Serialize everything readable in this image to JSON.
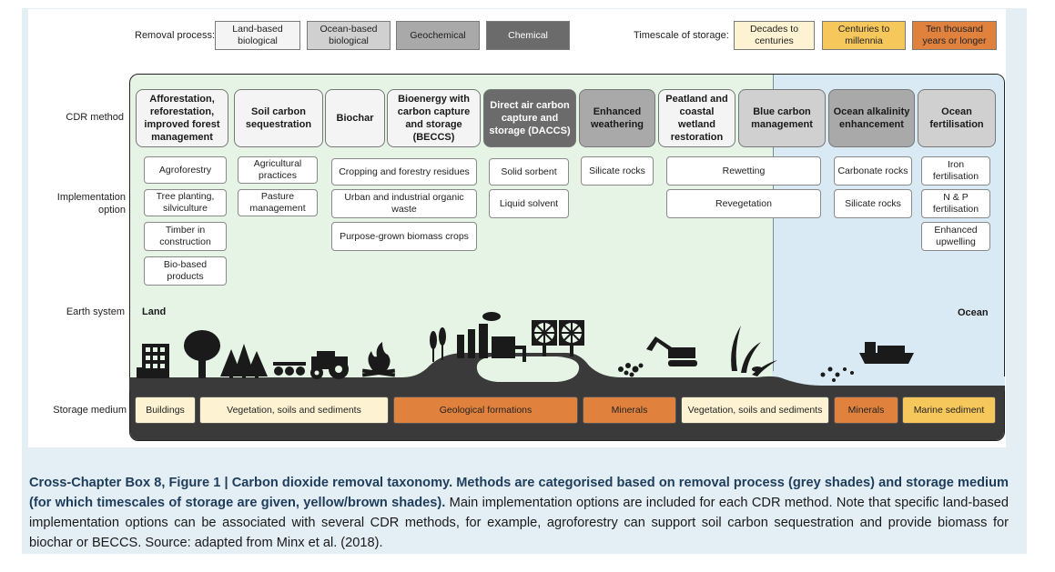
{
  "legend": {
    "removal_process_label": "Removal process:",
    "removal_process": [
      {
        "label": "Land-based biological",
        "color": "#f4f4f4"
      },
      {
        "label": "Ocean-based biological",
        "color": "#d0d0d0"
      },
      {
        "label": "Geochemical",
        "color": "#a9a9a9"
      },
      {
        "label": "Chemical",
        "color": "#6b6b6b"
      }
    ],
    "timescale_label": "Timescale of storage:",
    "timescale": [
      {
        "label": "Decades to centuries",
        "color": "#fdf3d2"
      },
      {
        "label": "Centuries to millennia",
        "color": "#f6c75a"
      },
      {
        "label": "Ten thousand years or longer",
        "color": "#e0823e"
      }
    ]
  },
  "rows": {
    "cdr_method": "CDR method",
    "implementation_option": "Implementation option",
    "earth_system": "Earth system",
    "storage_medium": "Storage medium"
  },
  "methods": [
    {
      "label": "Afforestation, reforestation, improved forest management",
      "type": "land"
    },
    {
      "label": "Soil carbon sequestration",
      "type": "land"
    },
    {
      "label": "Biochar",
      "type": "land"
    },
    {
      "label": "Bioenergy with carbon capture and storage (BECCS)",
      "type": "land"
    },
    {
      "label": "Direct air carbon capture and storage (DACCS)",
      "type": "chem"
    },
    {
      "label": "Enhanced weathering",
      "type": "geo"
    },
    {
      "label": "Peatland and coastal wetland restoration",
      "type": "land"
    },
    {
      "label": "Blue carbon management",
      "type": "ocean"
    },
    {
      "label": "Ocean alkalinity enhancement",
      "type": "geo"
    },
    {
      "label": "Ocean fertilisation",
      "type": "ocean"
    }
  ],
  "options": {
    "afforestation": [
      "Agroforestry",
      "Tree planting, silviculture",
      "Timber in construction",
      "Bio-based products"
    ],
    "soil": [
      "Agricultural practices",
      "Pasture management"
    ],
    "biochar_beccs": [
      "Cropping and forestry residues",
      "Urban and industrial organic waste",
      "Purpose-grown biomass crops"
    ],
    "daccs": [
      "Solid sorbent",
      "Liquid solvent"
    ],
    "weathering": [
      "Silicate rocks"
    ],
    "peatland_blue": [
      "Rewetting",
      "Revegetation"
    ],
    "alkalinity": [
      "Carbonate rocks",
      "Silicate rocks"
    ],
    "fertilisation": [
      "Iron fertilisation",
      "N & P fertilisation",
      "Enhanced upwelling"
    ]
  },
  "earth": {
    "land": "Land",
    "ocean": "Ocean",
    "land_bg": "#e6f4e6",
    "ocean_bg": "#daeaf4",
    "ground": "#3a3a3a"
  },
  "storage": [
    {
      "label": "Buildings",
      "timescale": "decades"
    },
    {
      "label": "Vegetation, soils and sediments",
      "timescale": "decades"
    },
    {
      "label": "Geological formations",
      "timescale": "tenk"
    },
    {
      "label": "Minerals",
      "timescale": "tenk"
    },
    {
      "label": "Vegetation, soils and sediments",
      "timescale": "decades"
    },
    {
      "label": "Minerals",
      "timescale": "tenk"
    },
    {
      "label": "Marine sediment",
      "timescale": "centuries"
    }
  ],
  "caption": {
    "bold": "Cross-Chapter Box 8, Figure 1 | Carbon dioxide removal taxonomy. Methods are categorised based on removal process (grey shades) and storage medium (for which timescales of storage are given, yellow/brown shades).",
    "text": " Main implementation options are included for each CDR method. Note that specific land-based implementation options can be associated with several CDR methods, for example, agroforestry can support soil carbon sequestration and provide biomass for biochar or BECCS. Source: adapted from Minx et al. (2018)."
  }
}
